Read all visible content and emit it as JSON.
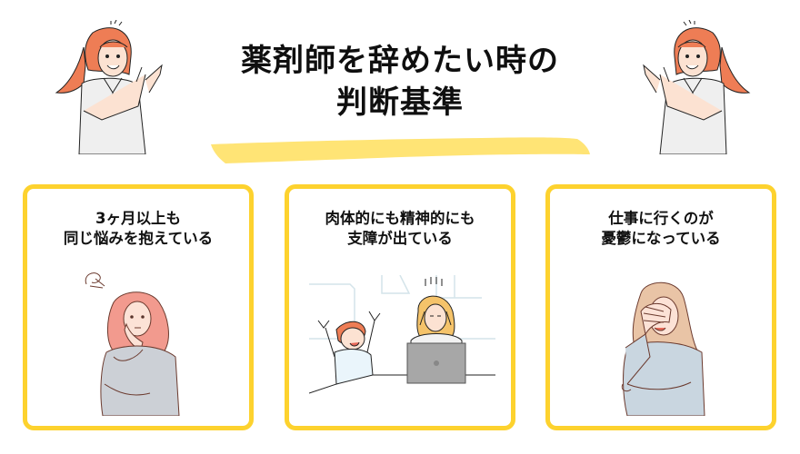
{
  "header": {
    "title_line1": "薬剤師を辞めたい時の",
    "title_line2": "判断基準",
    "highlight_color": "#FFE475"
  },
  "decorations": {
    "left_character": "woman-pointing-right",
    "right_character": "woman-pointing-left"
  },
  "cards": [
    {
      "line1": "3ヶ月以上も",
      "line2": "同じ悩みを抱えている",
      "illustration": "worried-woman-hand-on-cheek"
    },
    {
      "line1": "肉体的にも精神的にも",
      "line2": "支障が出ている",
      "illustration": "stressed-mother-laptop-child"
    },
    {
      "line1": "仕事に行くのが",
      "line2": "憂鬱になっている",
      "illustration": "facepalm-woman"
    }
  ],
  "colors": {
    "card_border": "#FDD22E",
    "text": "#111111",
    "background": "#FFFFFF"
  }
}
